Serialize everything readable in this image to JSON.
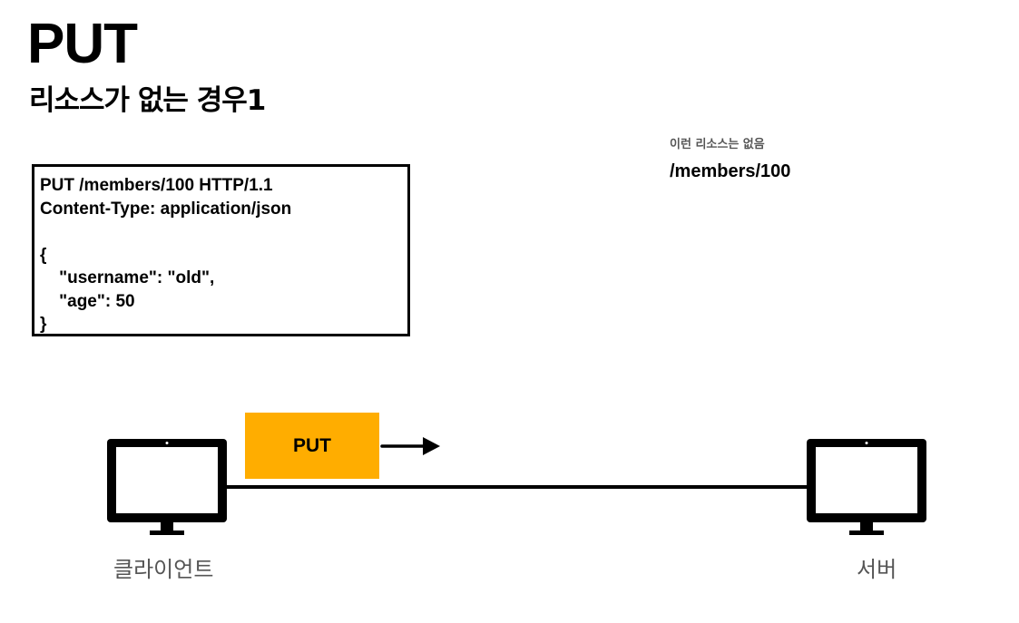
{
  "slide": {
    "title": "PUT",
    "subtitle": "리소스가 없는 경우1"
  },
  "request": {
    "lines": [
      "PUT /members/100 HTTP/1.1",
      "Content-Type: application/json",
      "",
      "{",
      "    \"username\": \"old\",",
      "    \"age\": 50",
      "}"
    ]
  },
  "server_state": {
    "note": "이런 리소스는 없음",
    "path": "/members/100"
  },
  "message": {
    "method_label": "PUT"
  },
  "nodes": {
    "client_label": "클라이언트",
    "server_label": "서버"
  },
  "colors": {
    "method_box": "#ffad00",
    "text": "#000000",
    "label": "#555555"
  }
}
